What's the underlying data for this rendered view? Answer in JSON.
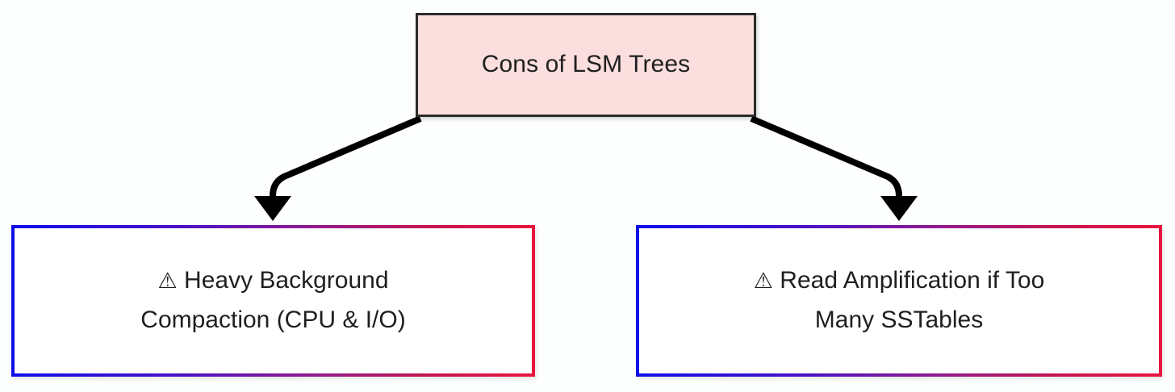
{
  "diagram": {
    "type": "flowchart",
    "direction": "top-down",
    "background_color": "#fdfefe",
    "root": {
      "id": "cons-of-lsm-trees",
      "label": "Cons of LSM Trees",
      "fill_color": "#fbdede",
      "border_color": "#2b2b2b"
    },
    "children": [
      {
        "id": "heavy-background-compaction",
        "icon": "warning-triangle-icon",
        "icon_glyph": "⚠",
        "line1": "Heavy Background",
        "line2": "Compaction (CPU & I/O)",
        "fill_color": "#ffffff",
        "border_gradient_from": "#0e0eea",
        "border_gradient_to": "#e8153f"
      },
      {
        "id": "read-amplification-if-too-many-sstables",
        "icon": "warning-triangle-icon",
        "icon_glyph": "⚠",
        "line1": "Read Amplification if Too",
        "line2": "Many SSTables",
        "fill_color": "#ffffff",
        "border_gradient_from": "#0e0eea",
        "border_gradient_to": "#e8153f"
      }
    ],
    "edges": [
      {
        "id": "edge-root-to-left",
        "from": "cons-of-lsm-trees",
        "to": "heavy-background-compaction",
        "arrowhead": "filled-triangle",
        "color": "#000000"
      },
      {
        "id": "edge-root-to-right",
        "from": "cons-of-lsm-trees",
        "to": "read-amplification-if-too-many-sstables",
        "arrowhead": "filled-triangle",
        "color": "#000000"
      }
    ]
  }
}
